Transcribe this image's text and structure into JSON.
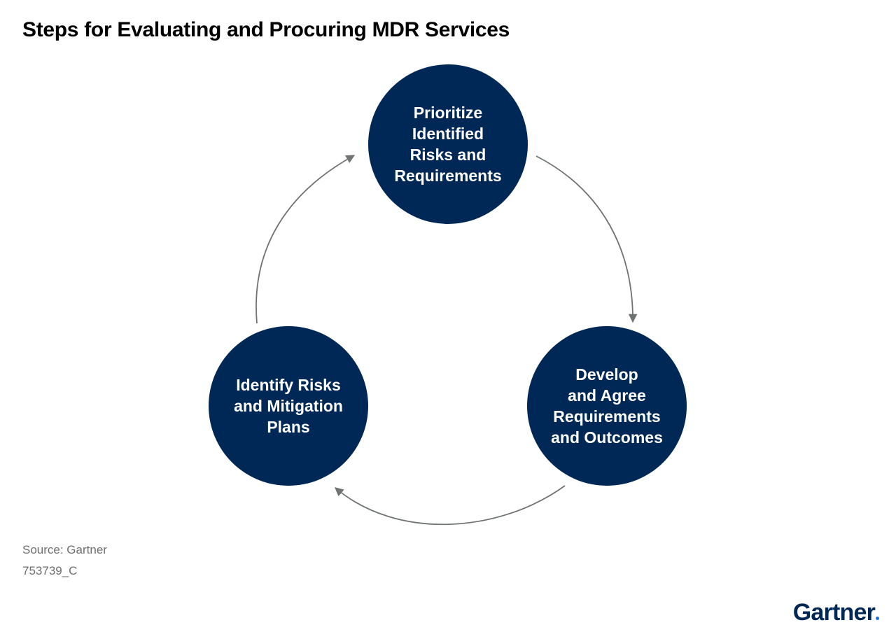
{
  "title": "Steps for Evaluating and Procuring MDR Services",
  "steps": [
    {
      "label": "Prioritize\nIdentified\nRisks and\nRequirements"
    },
    {
      "label": "Develop\nand Agree\nRequirements\nand Outcomes"
    },
    {
      "label": "Identify Risks\nand Mitigation\nPlans"
    }
  ],
  "source": "Source: Gartner",
  "doc_id": "753739_C",
  "logo_text": "Gartner",
  "colors": {
    "circle": "#002856",
    "arrow": "#6f7372",
    "logo": "#002856",
    "logo_dot": "#1a73e8"
  }
}
